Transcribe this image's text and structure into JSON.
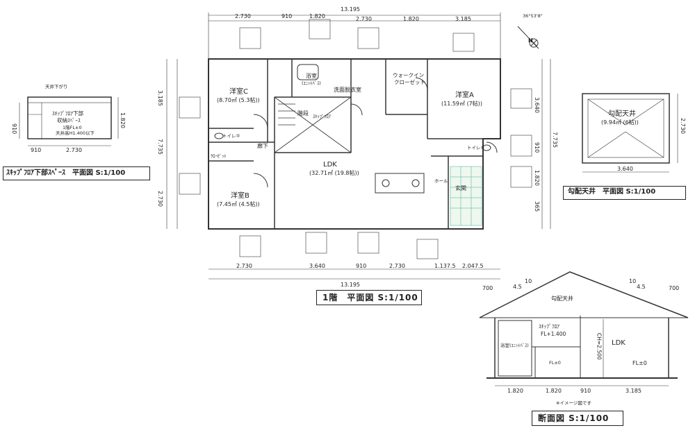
{
  "plan_title": "1階　平面図 S:1/100",
  "section_title": "断面図 S:1/100",
  "skip_title": "ｽｷｯﾌﾟﾌﾛｱ下部ｽﾍﾟｰｽ　平面図 S:1/100",
  "slope_title": "勾配天井　平面図 S:1/100",
  "north": "N",
  "north_angle": "36°53'8\"",
  "rooms": {
    "western_c": "洋室C",
    "western_c_area": "(8.70㎡ (5.3帖))",
    "western_b": "洋室B",
    "western_b_area": "(7.45㎡ (4.5帖))",
    "western_a": "洋室A",
    "western_a_area": "(11.59㎡ (7帖))",
    "ldk": "LDK",
    "ldk_area": "(32.71㎡ (19.8帖))",
    "bath": "浴室",
    "bath_sub": "(ﾕﾆｯﾄﾊﾞｽ)",
    "washroom": "洗面脱衣室",
    "walkin": "ウォークイン",
    "walkin2": "クローゼット",
    "stairs": "階段",
    "skip_floor": "ｽｷｯﾌﾟﾌﾛｱ",
    "hallway": "廊下",
    "entrance": "玄関",
    "hall": "ホール",
    "toilet1": "トイレ②",
    "toilet2": "トイレ①",
    "closet": "ｸﾛｰｾﾞｯﾄ"
  },
  "plan_dims_top": [
    "2.730",
    "910",
    "1.820",
    "2.730",
    "1.820",
    "3.185"
  ],
  "plan_total": "13.195",
  "plan_dims_bottom": [
    "2.730",
    "3.640",
    "910",
    "2.730",
    "1.137.5",
    "2.047.5"
  ],
  "plan_dims_left": [
    "3.185",
    "7.735",
    "2.730"
  ],
  "plan_dims_right": [
    "3.640",
    "7.735",
    "910",
    "1.820",
    "365"
  ],
  "skip": {
    "label1": "ｽｷｯﾌﾟﾌﾛｱ下部",
    "label2": "収納ｽﾍﾟｰｽ",
    "fl": "1階FL±0",
    "ceiling": "天井高H1.400以下",
    "top_note": "天井下がり",
    "dim_w1": "910",
    "dim_w2": "2.730",
    "dim_h1": "1.820",
    "dim_h2": "910"
  },
  "slope": {
    "label": "勾配天井",
    "area": "(9.94㎡ (6帖))",
    "dim_w": "3.640",
    "dim_h": "2.730"
  },
  "section": {
    "label_slope": "勾配天井",
    "label_skip": "ｽｷｯﾌﾟﾌﾛｱ",
    "label_skip_fl": "FL+1.400",
    "label_bath": "浴室(ﾕﾆｯﾄﾊﾞｽ)",
    "label_ldk": "LDK",
    "label_ch": "CH=2.500",
    "label_fl": "FL±0",
    "label_fl_small": "FL±0",
    "label_image": "※イメージ図です",
    "pitch_left": "4.5",
    "pitch_right": "4.5",
    "pitch_base": "10",
    "eave_left": "700",
    "eave_right": "700",
    "dims": [
      "1.820",
      "1.820",
      "910",
      "3.185"
    ]
  }
}
